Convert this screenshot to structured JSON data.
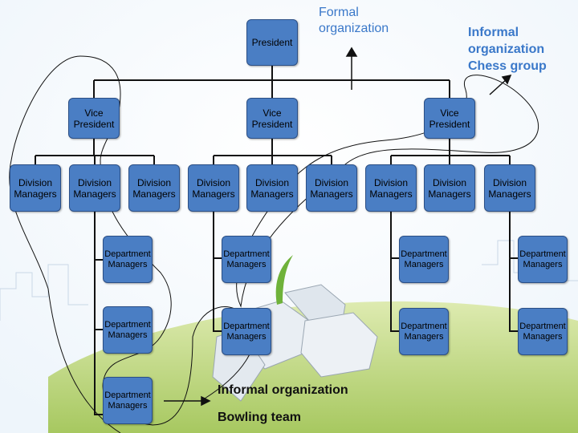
{
  "labels": {
    "formal": "Formal\norganization",
    "informal_chess": "Informal\norganization\nChess group",
    "informal_bowling_title": "Informal organization",
    "informal_bowling_subtitle": "Bowling team"
  },
  "nodes": {
    "president": "President",
    "vp_left": "Vice\nPresident",
    "vp_center": "Vice\nPresident",
    "vp_right": "Vice\nPresident",
    "div_outer": "Division\nManagers",
    "div_1": "Division\nManagers",
    "div_2": "Division\nManagers",
    "div_3": "Division\nManagers",
    "div_4": "Division\nManagers",
    "div_5": "Division\nManagers",
    "div_6": "Division\nManagers",
    "div_7": "Division\nManagers",
    "div_8": "Division\nManagers",
    "dept_a1": "Department\nManagers",
    "dept_a2": "Department\nManagers",
    "dept_a3": "Department\nManagers",
    "dept_b1": "Department\nManagers",
    "dept_b2": "Department\nManagers",
    "dept_c1": "Department\nManagers",
    "dept_c2": "Department\nManagers",
    "dept_d1": "Department\nManagers",
    "dept_d2": "Department\nManagers"
  },
  "colors": {
    "box_fill": "#4a7ec4",
    "label_blue": "#3a78c9",
    "ground_green": "#c8dc8a"
  }
}
